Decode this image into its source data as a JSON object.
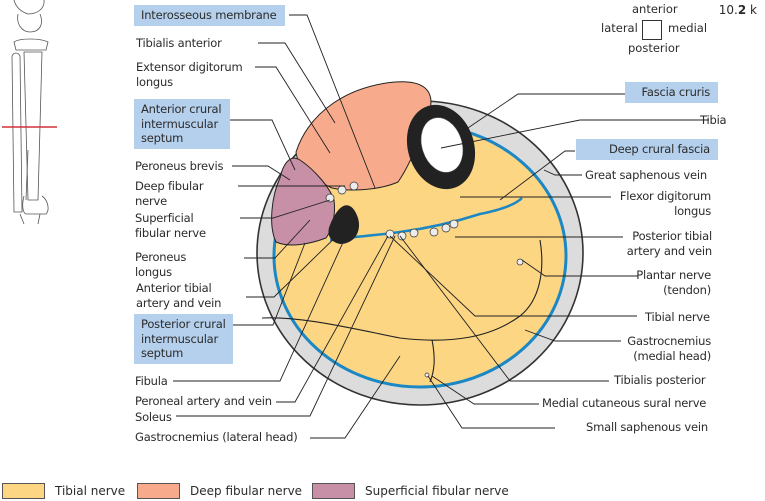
{
  "figure": {
    "number_prefix": "10.",
    "number_bold": "2",
    "number_suffix": " k"
  },
  "orientation": {
    "top": "anterior",
    "left": "lateral",
    "right": "medial",
    "bottom": "posterior"
  },
  "labels_left": [
    {
      "id": "interosseous-membrane",
      "text": "Interosseous membrane",
      "highlighted": true
    },
    {
      "id": "tibialis-anterior",
      "text": "Tibialis anterior",
      "highlighted": false
    },
    {
      "id": "extensor-digitorum-longus",
      "text": "Extensor digitorum\nlongus",
      "highlighted": false
    },
    {
      "id": "anterior-crural-intermuscular-septum",
      "text": "Anterior crural\nintermuscular\nseptum",
      "highlighted": true
    },
    {
      "id": "peroneus-brevis",
      "text": "Peroneus brevis",
      "highlighted": false
    },
    {
      "id": "deep-fibular-nerve",
      "text": "Deep fibular\nnerve",
      "highlighted": false
    },
    {
      "id": "superficial-fibular-nerve",
      "text": "Superficial\nfibular nerve",
      "highlighted": false
    },
    {
      "id": "peroneus-longus",
      "text": "Peroneus\nlongus",
      "highlighted": false
    },
    {
      "id": "anterior-tibial-artery-vein",
      "text": "Anterior tibial\nartery and vein",
      "highlighted": false
    },
    {
      "id": "posterior-crural-intermuscular-septum",
      "text": "Posterior crural\nintermuscular\nseptum",
      "highlighted": true
    },
    {
      "id": "fibula",
      "text": "Fibula",
      "highlighted": false
    },
    {
      "id": "peroneal-artery-vein",
      "text": "Peroneal artery and vein",
      "highlighted": false
    },
    {
      "id": "soleus",
      "text": "Soleus",
      "highlighted": false
    },
    {
      "id": "gastrocnemius-lateral",
      "text": "Gastrocnemius (lateral head)",
      "highlighted": false
    }
  ],
  "labels_right": [
    {
      "id": "fascia-cruris",
      "text": "Fascia cruris",
      "highlighted": true
    },
    {
      "id": "tibia",
      "text": "Tibia",
      "highlighted": false
    },
    {
      "id": "deep-crural-fascia",
      "text": "Deep crural fascia",
      "highlighted": true
    },
    {
      "id": "great-saphenous-vein",
      "text": "Great saphenous vein",
      "highlighted": false
    },
    {
      "id": "flexor-digitorum-longus",
      "text": "Flexor digitorum\nlongus",
      "highlighted": false
    },
    {
      "id": "posterior-tibial-artery-vein",
      "text": "Posterior tibial\nartery and vein",
      "highlighted": false
    },
    {
      "id": "plantar-nerve",
      "text": "Plantar nerve\n(tendon)",
      "highlighted": false
    },
    {
      "id": "tibial-nerve",
      "text": "Tibial nerve",
      "highlighted": false
    },
    {
      "id": "gastrocnemius-medial",
      "text": "Gastrocnemius\n(medial head)",
      "highlighted": false
    },
    {
      "id": "tibialis-posterior",
      "text": "Tibialis posterior",
      "highlighted": false
    },
    {
      "id": "medial-cutaneous-sural-nerve",
      "text": "Medial cutaneous sural nerve",
      "highlighted": false
    },
    {
      "id": "small-saphenous-vein",
      "text": "Small saphenous vein",
      "highlighted": false
    }
  ],
  "legend": [
    {
      "label": "Tibial nerve",
      "color": "#fdd684"
    },
    {
      "label": "Deep fibular nerve",
      "color": "#f8ab8c"
    },
    {
      "label": "Superficial fibular nerve",
      "color": "#c790a6"
    }
  ],
  "colors": {
    "fascia_blue": "#1b87c4",
    "skin_gray": "#dcdcdc",
    "label_highlight": "#b5d0ec",
    "section_marker": "#d0323b",
    "bone_dark": "#222222"
  }
}
